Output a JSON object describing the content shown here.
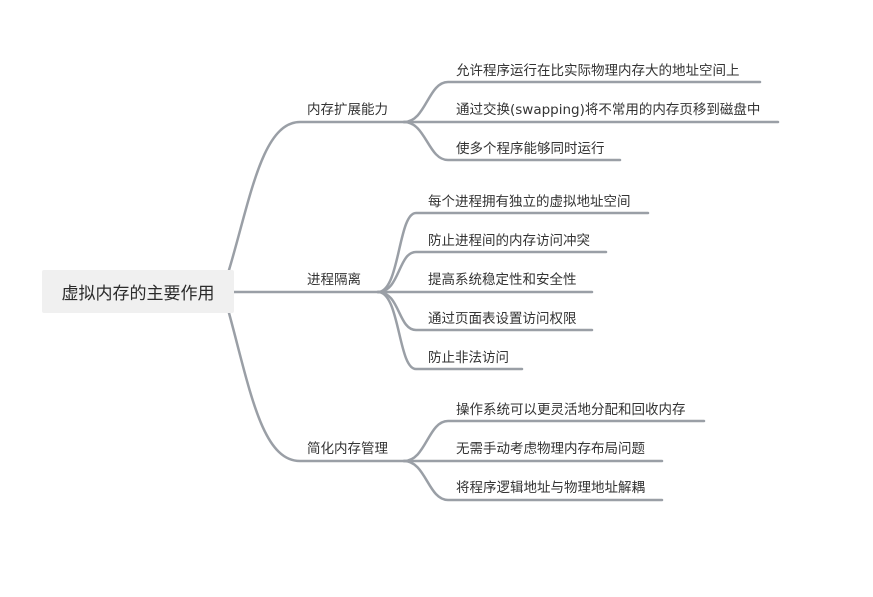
{
  "root": {
    "label": "虚拟内存的主要作用"
  },
  "branches": [
    {
      "label": "内存扩展能力",
      "children": [
        "允许程序运行在比实际物理内存大的地址空间上",
        "通过交换(swapping)将不常用的内存页移到磁盘中",
        "使多个程序能够同时运行"
      ]
    },
    {
      "label": "进程隔离",
      "children": [
        "每个进程拥有独立的虚拟地址空间",
        "防止进程间的内存访问冲突",
        "提高系统稳定性和安全性",
        "通过页面表设置访问权限",
        "防止非法访问"
      ]
    },
    {
      "label": "简化内存管理",
      "children": [
        "操作系统可以更灵活地分配和回收内存",
        "无需手动考虑物理内存布局问题",
        "将程序逻辑地址与物理地址解耦"
      ]
    }
  ],
  "colors": {
    "line": "#9a9fa6",
    "root_bg": "#f0f0f0",
    "text": "#333333"
  }
}
